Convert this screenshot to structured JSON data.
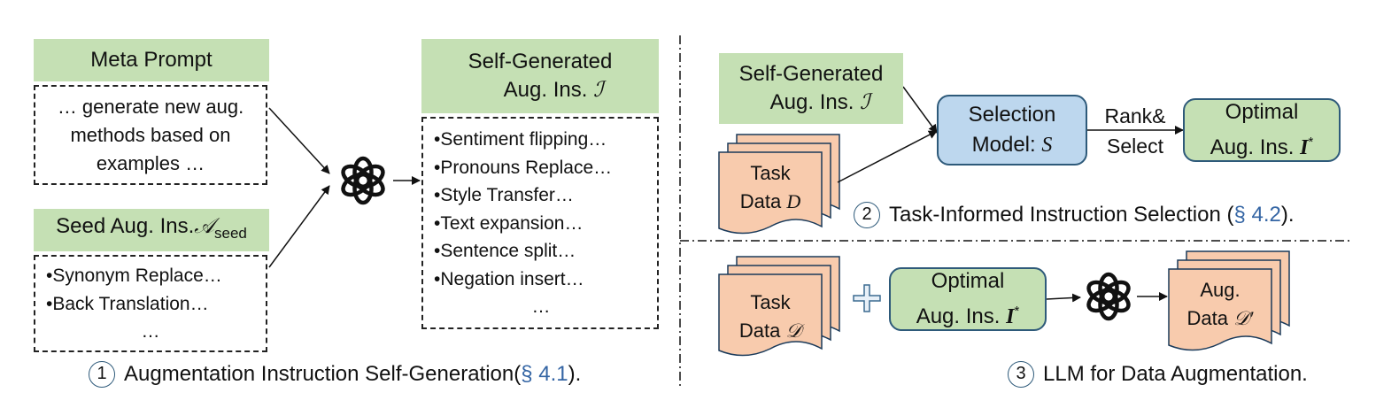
{
  "section1": {
    "meta_prompt_title": "Meta Prompt",
    "meta_prompt_lines": [
      "… generate new aug.",
      "methods based on",
      "examples …"
    ],
    "seed_title_text": "Seed Aug. Ins.",
    "seed_title_math": "𝒜",
    "seed_title_sub": "seed",
    "seed_items": [
      "•Synonym Replace…",
      "•Back Translation…",
      "…"
    ],
    "self_gen_title_line1": "Self-Generated",
    "self_gen_title_line2": "Aug. Ins.",
    "self_gen_title_math": "ℐ",
    "self_gen_items": [
      "•Sentiment flipping…",
      "•Pronouns Replace…",
      "•Style Transfer…",
      "•Text expansion…",
      "•Sentence split…",
      "•Negation insert…",
      "…"
    ],
    "caption_num": "1",
    "caption_text": "Augmentation Instruction Self-Generation(",
    "caption_ref": "§ 4.1",
    "caption_end": ")."
  },
  "section2": {
    "self_gen_line1": "Self-Generated",
    "self_gen_line2": "Aug. Ins.",
    "self_gen_math": "ℐ",
    "task_line1": "Task",
    "task_line2": "Data",
    "task_math": "D",
    "selection_line1": "Selection",
    "selection_line2": "Model:",
    "selection_math": "S",
    "rank_line1": "Rank&",
    "rank_line2": "Select",
    "optimal_line1": "Optimal",
    "optimal_line2": "Aug. Ins.",
    "optimal_math": "I",
    "optimal_sup": "*",
    "caption_num": "2",
    "caption_text": "Task-Informed Instruction Selection (",
    "caption_ref": "§ 4.2",
    "caption_end": ")."
  },
  "section3": {
    "task_line1": "Task",
    "task_line2": "Data",
    "task_math": "𝒟",
    "optimal_line1": "Optimal",
    "optimal_line2": "Aug. Ins.",
    "optimal_math": "I",
    "optimal_sup": "*",
    "aug_line1": "Aug.",
    "aug_line2": "Data",
    "aug_math": "𝒟′",
    "caption_num": "3",
    "caption_text": "LLM for Data Augmentation."
  },
  "icons": [
    "openai-logo-icon",
    "plus-icon"
  ],
  "colors": {
    "green_box": "#c5e0b4",
    "blue_box": "#bdd7ee",
    "data_stack": "#f8cbad",
    "reference": "#3465a4"
  }
}
